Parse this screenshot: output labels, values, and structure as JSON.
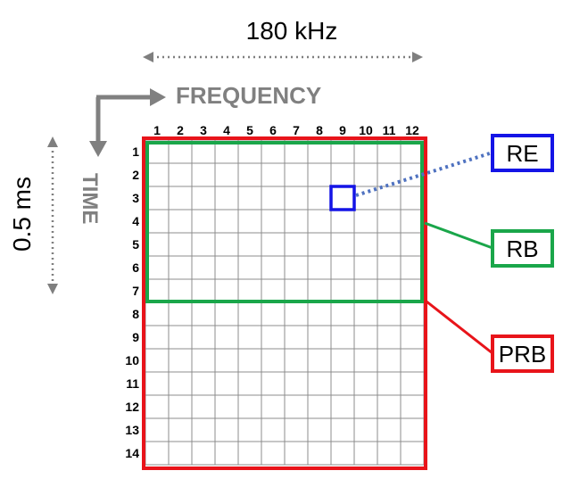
{
  "bandwidth_label": "180 kHz",
  "duration_label": "0.5 ms",
  "frequency_axis_label": "FREQUENCY",
  "time_axis_label": "TIME",
  "column_labels": [
    "1",
    "2",
    "3",
    "4",
    "5",
    "6",
    "7",
    "8",
    "9",
    "10",
    "11",
    "12"
  ],
  "row_labels": [
    "1",
    "2",
    "3",
    "4",
    "5",
    "6",
    "7",
    "8",
    "9",
    "10",
    "11",
    "12",
    "13",
    "14"
  ],
  "legend": {
    "re": "RE",
    "rb": "RB",
    "prb": "PRB"
  },
  "colors": {
    "re": "#1414e6",
    "rb": "#1aa64a",
    "prb": "#e8141a",
    "grid": "#8c8c8c",
    "axis": "#808080",
    "dotted_arrow": "#7f7f7f",
    "leader": "#4f72c0"
  },
  "highlighted_re": {
    "column": 9,
    "row": 3
  },
  "rb_rows": 7,
  "prb_rows": 14
}
